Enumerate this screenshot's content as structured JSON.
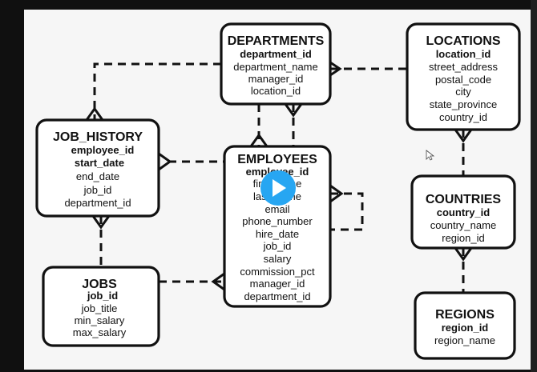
{
  "entities": {
    "departments": {
      "title": "DEPARTMENTS",
      "pk": "department_id",
      "attrs": [
        "department_name",
        "manager_id",
        "location_id"
      ]
    },
    "locations": {
      "title": "LOCATIONS",
      "pk": "location_id",
      "attrs": [
        "street_address",
        "postal_code",
        "city",
        "state_province",
        "country_id"
      ]
    },
    "job_history": {
      "title": "JOB_HISTORY",
      "pk": "employee_id",
      "pk2": "start_date",
      "attrs": [
        "end_date",
        "job_id",
        "department_id"
      ]
    },
    "employees": {
      "title": "EMPLOYEES",
      "pk": "employee_id",
      "attrs": [
        "first_name",
        "last_name",
        "email",
        "phone_number",
        "hire_date",
        "job_id",
        "salary",
        "commission_pct",
        "manager_id",
        "department_id"
      ]
    },
    "countries": {
      "title": "COUNTRIES",
      "pk": "country_id",
      "attrs": [
        "country_name",
        "region_id"
      ]
    },
    "jobs": {
      "title": "JOBS",
      "pk": "job_id",
      "attrs": [
        "job_title",
        "min_salary",
        "max_salary"
      ]
    },
    "regions": {
      "title": "REGIONS",
      "pk": "region_id",
      "attrs": [
        "region_name"
      ]
    }
  },
  "icons": {
    "play": "play-icon",
    "cursor": "mouse-pointer-icon"
  },
  "colors": {
    "play_button": "#27a6f2",
    "background": "#f6f6f6"
  }
}
